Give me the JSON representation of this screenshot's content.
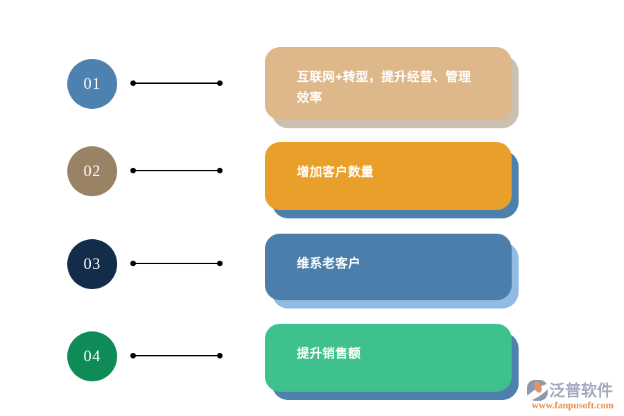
{
  "steps": [
    {
      "number": "01",
      "label": "互联网+转型，提升经营、管理效率",
      "circle_color": "#4d81af",
      "card_color": "#deb88b",
      "shadow_color": "#cbc0af"
    },
    {
      "number": "02",
      "label": "增加客户数量",
      "circle_color": "#9a8265",
      "card_color": "#e9a02b",
      "shadow_color": "#4e80ad"
    },
    {
      "number": "03",
      "label": "维系老客户",
      "circle_color": "#132c4a",
      "card_color": "#4c7eac",
      "shadow_color": "#90bbe3"
    },
    {
      "number": "04",
      "label": "提升销售额",
      "circle_color": "#0f8b57",
      "card_color": "#3ec18d",
      "shadow_color": "#4e80ad"
    }
  ],
  "watermark": {
    "brand": "泛普软件",
    "url": "www.fanpusoft.com",
    "brand_color": "#a0a8bd",
    "url_color": "#e78b51",
    "logo_base_color": "#8e99ad",
    "logo_accent_color": "#e2936b"
  }
}
